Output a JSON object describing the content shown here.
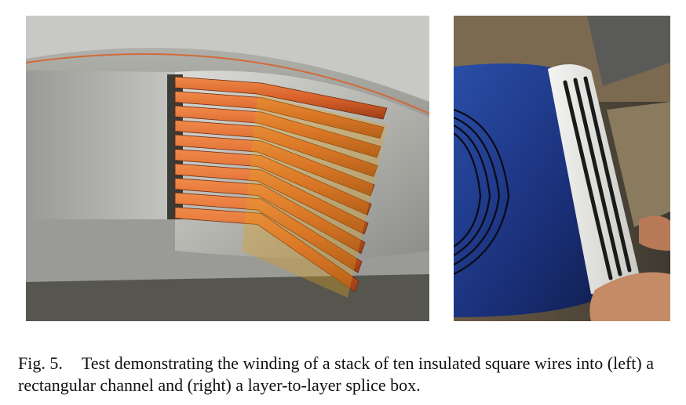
{
  "figure": {
    "label": "Fig. 5.",
    "caption": "Test demonstrating the winding of a stack of ten insulated square wires into (left) a rectangular channel and (right) a layer-to-layer splice box.",
    "photos": [
      {
        "name": "rectangular-channel-photo"
      },
      {
        "name": "splice-box-photo"
      }
    ],
    "wire_count": 10
  }
}
